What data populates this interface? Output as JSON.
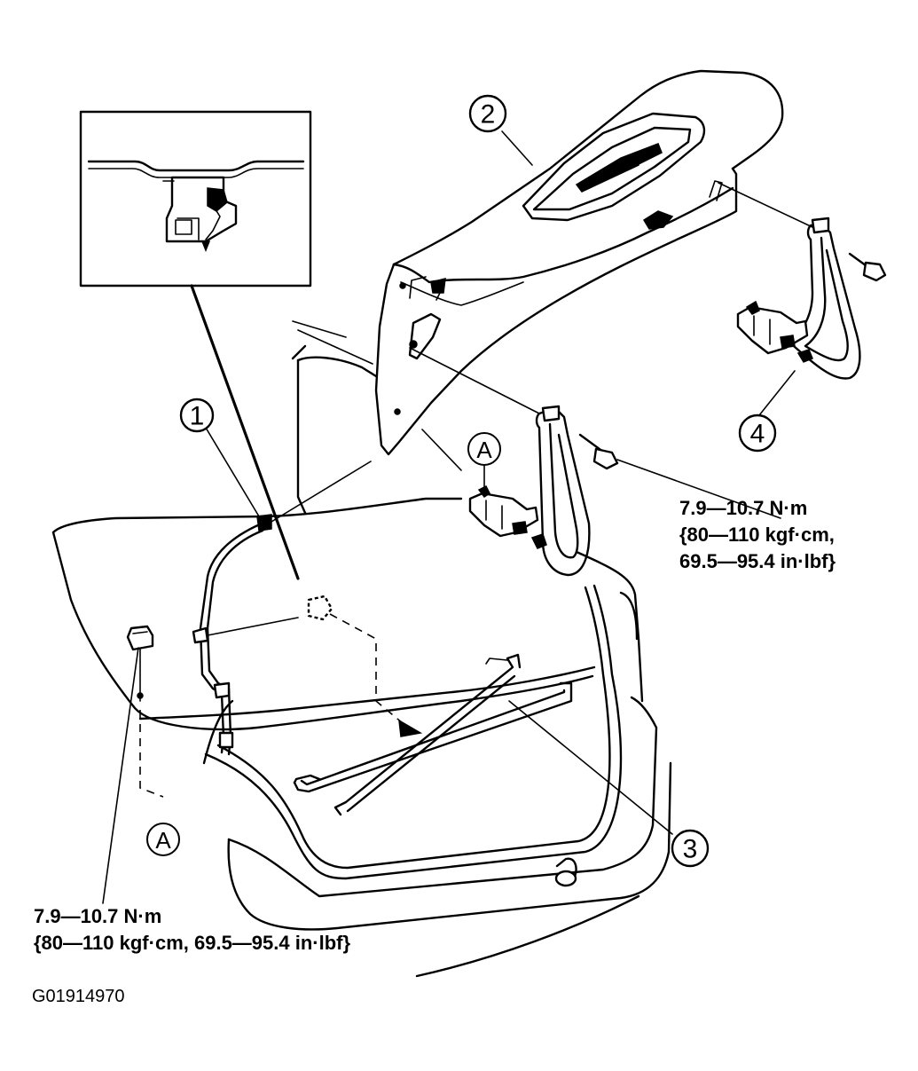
{
  "callouts": {
    "part1": "1",
    "part2": "2",
    "part3": "3",
    "part4": "4",
    "ref_a_upper": "A",
    "ref_a_lower": "A"
  },
  "torque_specs": {
    "hinge_bolt": {
      "line1": "7.9—10.7 N·m",
      "line2": "{80—110 kgf·cm,",
      "line3": "69.5—95.4 in·lbf}"
    },
    "lower_fastener": {
      "line1": "7.9—10.7 N·m",
      "line2": "{80—110 kgf·cm, 69.5—95.4 in·lbf}"
    }
  },
  "figure_id": "G01914970"
}
